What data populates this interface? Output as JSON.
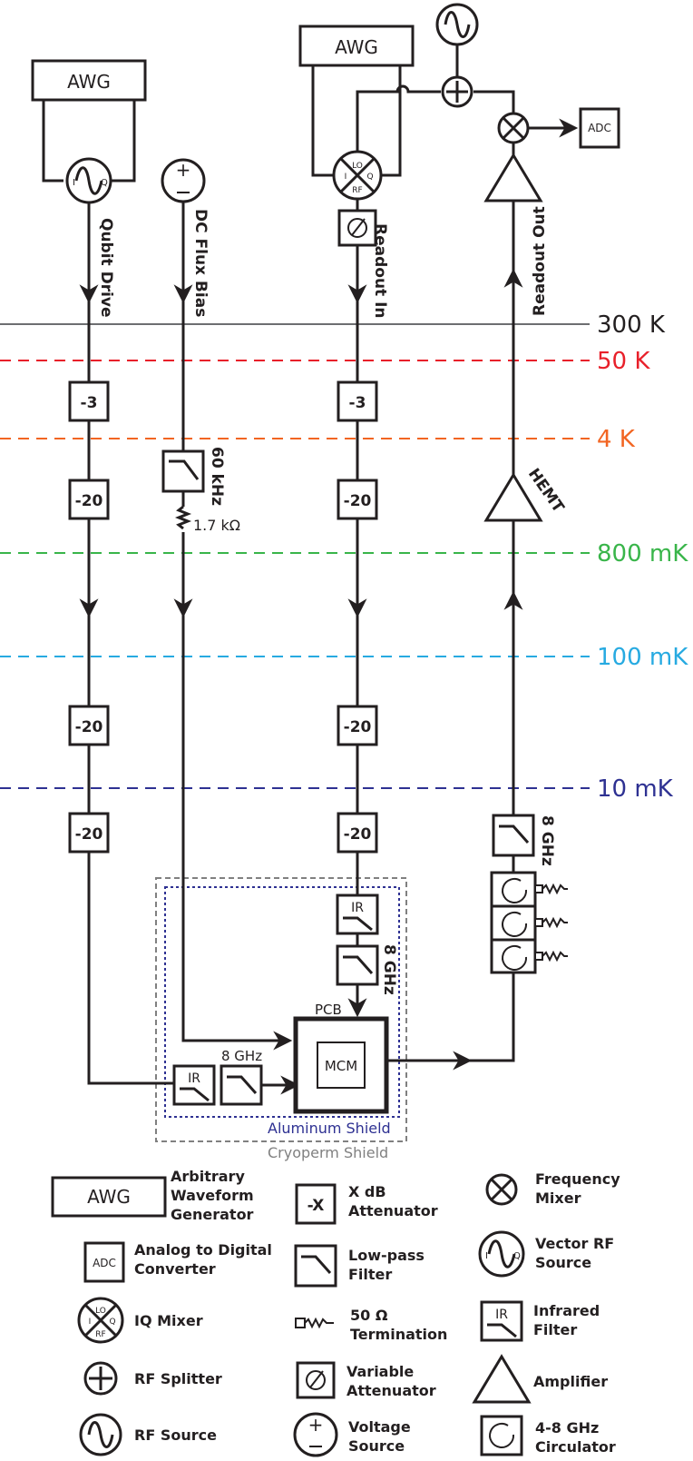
{
  "blocks": {
    "awg_left": "AWG",
    "awg_top": "AWG",
    "adc": "ADC",
    "pcb": "PCB",
    "mcm": "MCM",
    "ir": "IR"
  },
  "line_labels": {
    "qubit_drive": "Qubit Drive",
    "dc_flux_bias": "DC Flux Bias",
    "readout_in": "Readout In",
    "readout_out": "Readout Out",
    "hemt": "HEMT"
  },
  "attenuators": {
    "a3": "-3",
    "a20": "-20"
  },
  "filters": {
    "f60khz": "60 kHz",
    "f8ghz": "8 GHz"
  },
  "resistor": "1.7 kΩ",
  "mixer_ports": {
    "lo": "LO",
    "i": "I",
    "q": "Q",
    "rf": "RF"
  },
  "vector_ports": {
    "i": "I",
    "q": "Q"
  },
  "temperatures": [
    {
      "label": "300 K",
      "color": "#6d6e71"
    },
    {
      "label": "50 K",
      "color": "#e8202a"
    },
    {
      "label": "4 K",
      "color": "#f26522"
    },
    {
      "label": "800 mK",
      "color": "#39b54a"
    },
    {
      "label": "100 mK",
      "color": "#27aae1"
    },
    {
      "label": "10 mK",
      "color": "#2e3192"
    }
  ],
  "shields": {
    "aluminum": "Aluminum Shield",
    "cryoperm": "Cryoperm Shield",
    "aluminum_color": "#2e3192",
    "cryoperm_color": "#808080"
  },
  "legend": {
    "awg": [
      "Arbitrary",
      "Waveform",
      "Generator"
    ],
    "adc": [
      "Analog to Digital",
      "Converter"
    ],
    "iq_mixer": [
      "IQ Mixer"
    ],
    "rf_splitter": [
      "RF Splitter"
    ],
    "rf_source": [
      "RF Source"
    ],
    "attenuator": [
      "X dB",
      "Attenuator"
    ],
    "attenuator_symbol": "-X",
    "lowpass": [
      "Low-pass",
      "Filter"
    ],
    "termination": [
      "50 Ω",
      "Termination"
    ],
    "variable_att": [
      "Variable",
      "Attenuator"
    ],
    "voltage_source": [
      "Voltage",
      "Source"
    ],
    "freq_mixer": [
      "Frequency",
      "Mixer"
    ],
    "vector_rf": [
      "Vector RF",
      "Source"
    ],
    "infrared": [
      "Infrared",
      "Filter"
    ],
    "amplifier": [
      "Amplifier"
    ],
    "circulator": [
      "4-8 GHz",
      "Circulator"
    ]
  }
}
